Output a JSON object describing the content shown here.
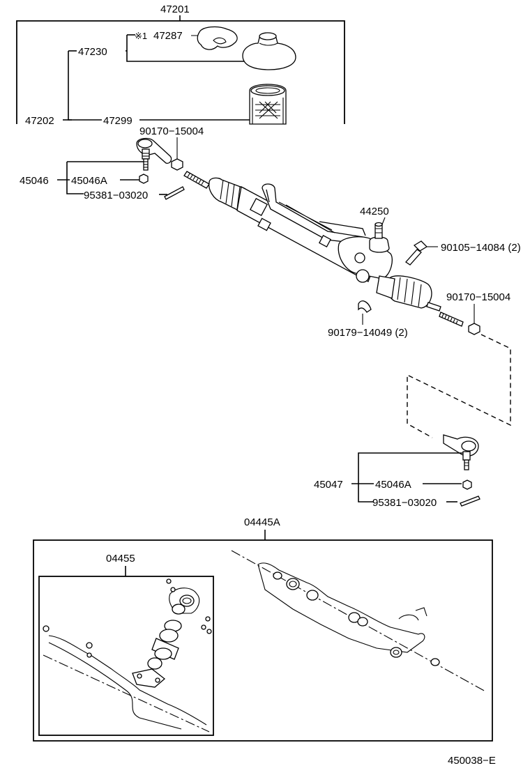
{
  "labels": {
    "p47201": "47201",
    "p47287": "47287",
    "note_mark": "※1",
    "p47230": "47230",
    "p47202": "47202",
    "p47299": "47299",
    "p90170_top": "90170−15004",
    "p45046": "45046",
    "p45046A_top": "45046A",
    "p95381_top": "95381−03020",
    "p44250": "44250",
    "p90105": "90105−14084 (2)",
    "p90170_right": "90170−15004",
    "p90179": "90179−14049 (2)",
    "p45047": "45047",
    "p45046A_bottom": "45046A",
    "p95381_bottom": "95381−03020",
    "p04445A": "04445A",
    "p04455": "04455"
  },
  "figure_code": "450038−E"
}
